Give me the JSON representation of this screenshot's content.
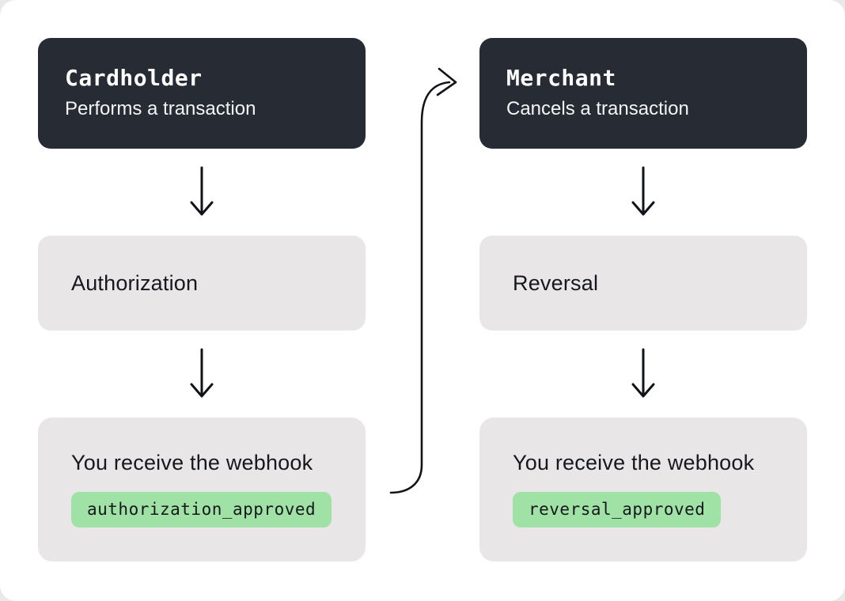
{
  "diagram": {
    "columns": [
      {
        "actor": {
          "title": "Cardholder",
          "subtitle": "Performs a transaction"
        },
        "step": {
          "label": "Authorization"
        },
        "webhook": {
          "label": "You receive the webhook",
          "event": "authorization_approved"
        }
      },
      {
        "actor": {
          "title": "Merchant",
          "subtitle": "Cancels a transaction"
        },
        "step": {
          "label": "Reversal"
        },
        "webhook": {
          "label": "You receive the webhook",
          "event": "reversal_approved"
        }
      }
    ],
    "connector": {
      "description": "curved arrow from authorization webhook to Merchant"
    },
    "colors": {
      "page_bg": "#e9e9e9",
      "card_bg": "#ffffff",
      "actor_box": "#272b34",
      "step_box": "#e8e6e7",
      "badge_green": "#a0e2a5",
      "text_light": "#ffffff",
      "text_dark": "#16181d",
      "arrow": "#111318"
    }
  }
}
